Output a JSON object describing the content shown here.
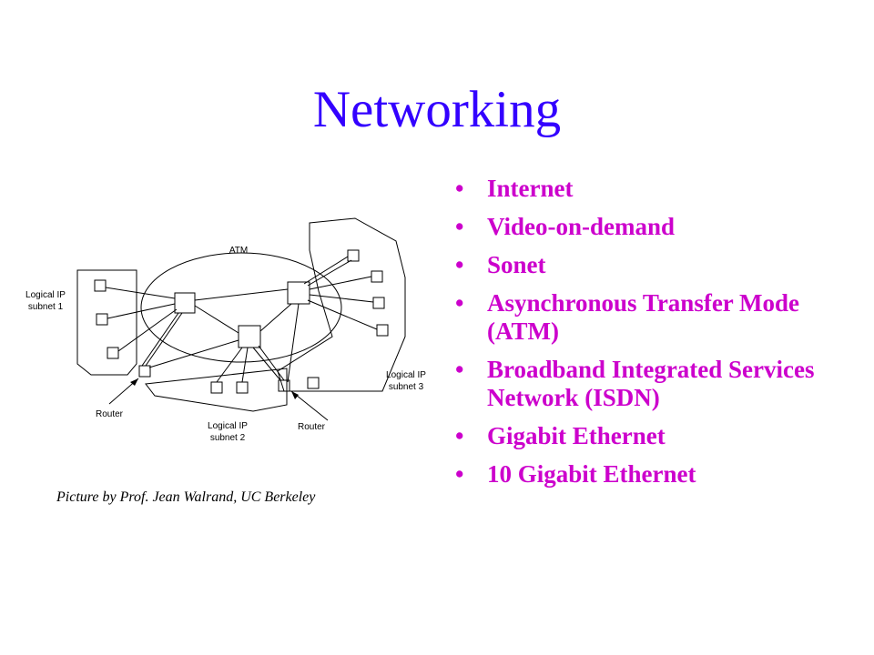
{
  "slide": {
    "title": "Networking",
    "bullets": [
      {
        "text": "Internet"
      },
      {
        "text": "Video-on-demand"
      },
      {
        "text": "Sonet"
      },
      {
        "text": "Asynchronous Transfer Mode (ATM)"
      },
      {
        "text": "Broadband Integrated Services Network (ISDN)"
      },
      {
        "text": "Gigabit Ethernet"
      },
      {
        "text": "10 Gigabit Ethernet"
      }
    ],
    "bullet_glyph": "•",
    "caption": "Picture by Prof. Jean Walrand, UC Berkeley",
    "colors": {
      "title": "#3300ff",
      "bullets": "#cc00cc"
    }
  },
  "diagram": {
    "atm_label": "ATM",
    "subnet1_label": [
      "Logical IP",
      "subnet 1"
    ],
    "subnet2_label": [
      "Logical IP",
      "subnet 2"
    ],
    "subnet3_label": [
      "Logical IP",
      "subnet 3"
    ],
    "router_labels": [
      "Router",
      "Router"
    ]
  }
}
